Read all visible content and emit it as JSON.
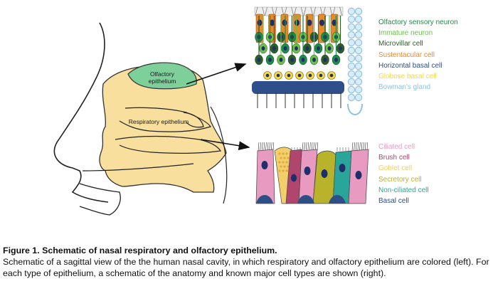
{
  "figure": {
    "regions": {
      "olfactory_label_line1": "Olfactory",
      "olfactory_label_line2": "epithelium",
      "respiratory_label": "Respiratory epithelium"
    },
    "olfactory_legend": [
      {
        "label": "Olfactory sensory neuron",
        "color": "#1f8a4c"
      },
      {
        "label": "Immature neuron",
        "color": "#6cc04a"
      },
      {
        "label": "Microvillar cell",
        "color": "#2d5e2a"
      },
      {
        "label": "Sustentacular cell",
        "color": "#e8892b"
      },
      {
        "label": "Horizontal basal cell",
        "color": "#2f4f8a"
      },
      {
        "label": "Globose basal cell",
        "color": "#f2d84a"
      },
      {
        "label": "Bowman's gland",
        "color": "#8fc3e3"
      }
    ],
    "respiratory_legend": [
      {
        "label": "Ciliated cell",
        "color": "#e89ac0"
      },
      {
        "label": "Brush cell",
        "color": "#b0466e"
      },
      {
        "label": "Goblet cell",
        "color": "#f2cf6a"
      },
      {
        "label": "Secretory cell",
        "color": "#b9b32b"
      },
      {
        "label": "Non-ciliated cell",
        "color": "#2aa59a"
      },
      {
        "label": "Basal cell",
        "color": "#2e4f86"
      }
    ]
  },
  "caption": {
    "title": "Figure 1. Schematic of nasal respiratory and olfactory epithelium.",
    "body": "Schematic of a sagittal view of the the human nasal cavity, in which respiratory and olfactory epithelium are colored (left). For each type of epithelium, a schematic of the anatomy and known major cell types are shown (right)."
  }
}
